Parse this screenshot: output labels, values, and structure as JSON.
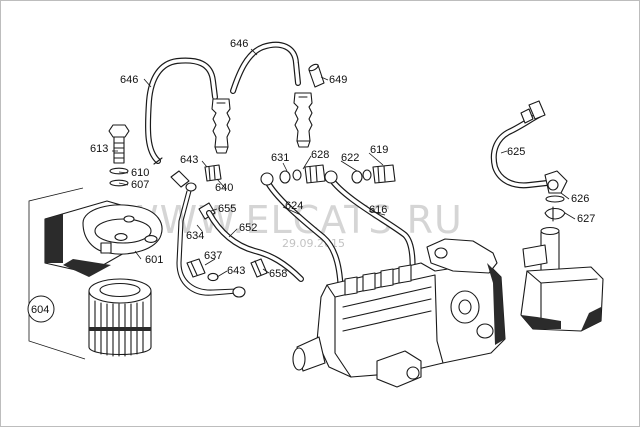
{
  "watermark": {
    "text": "WWW.ELCATS.RU",
    "date": "29.09.2015"
  },
  "callouts": {
    "c601": "601",
    "c604": "604",
    "c607": "607",
    "c610": "610",
    "c613": "613",
    "c616": "616",
    "c619": "619",
    "c622": "622",
    "c624": "624",
    "c625": "625",
    "c626": "626",
    "c627": "627",
    "c628": "628",
    "c631": "631",
    "c634": "634",
    "c637": "637",
    "c640": "640",
    "c643a": "643",
    "c643b": "643",
    "c646a": "646",
    "c646b": "646",
    "c649": "649",
    "c652": "652",
    "c655": "655",
    "c658": "658"
  }
}
